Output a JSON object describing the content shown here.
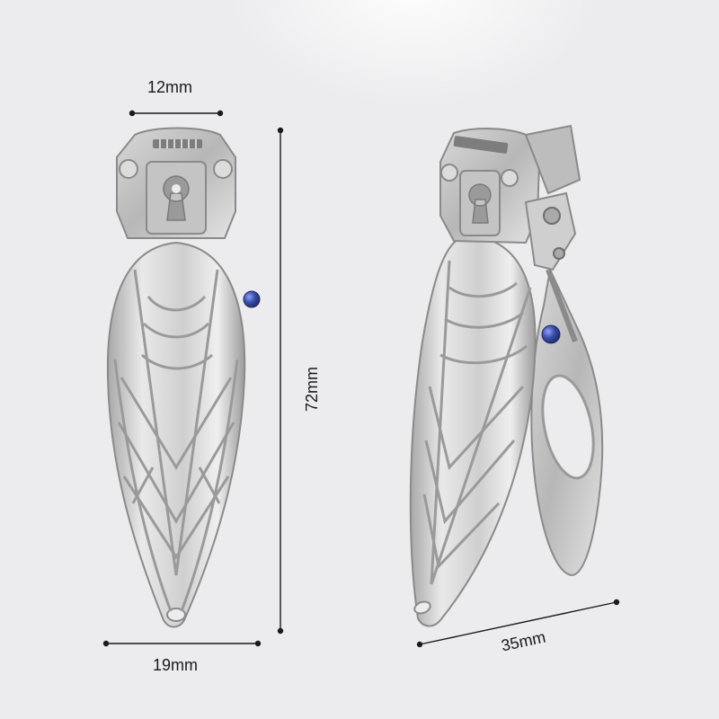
{
  "dimensions": {
    "top_width": "12mm",
    "bottom_width": "19mm",
    "height": "72mm",
    "open_length": "35mm"
  },
  "colors": {
    "background": "#ececee",
    "metal_light": "#f2f2f2",
    "metal_mid": "#c9c9c9",
    "metal_dark": "#8e8e8e",
    "screw_blue": "#3b4fa8",
    "line": "#1a1a1a"
  }
}
